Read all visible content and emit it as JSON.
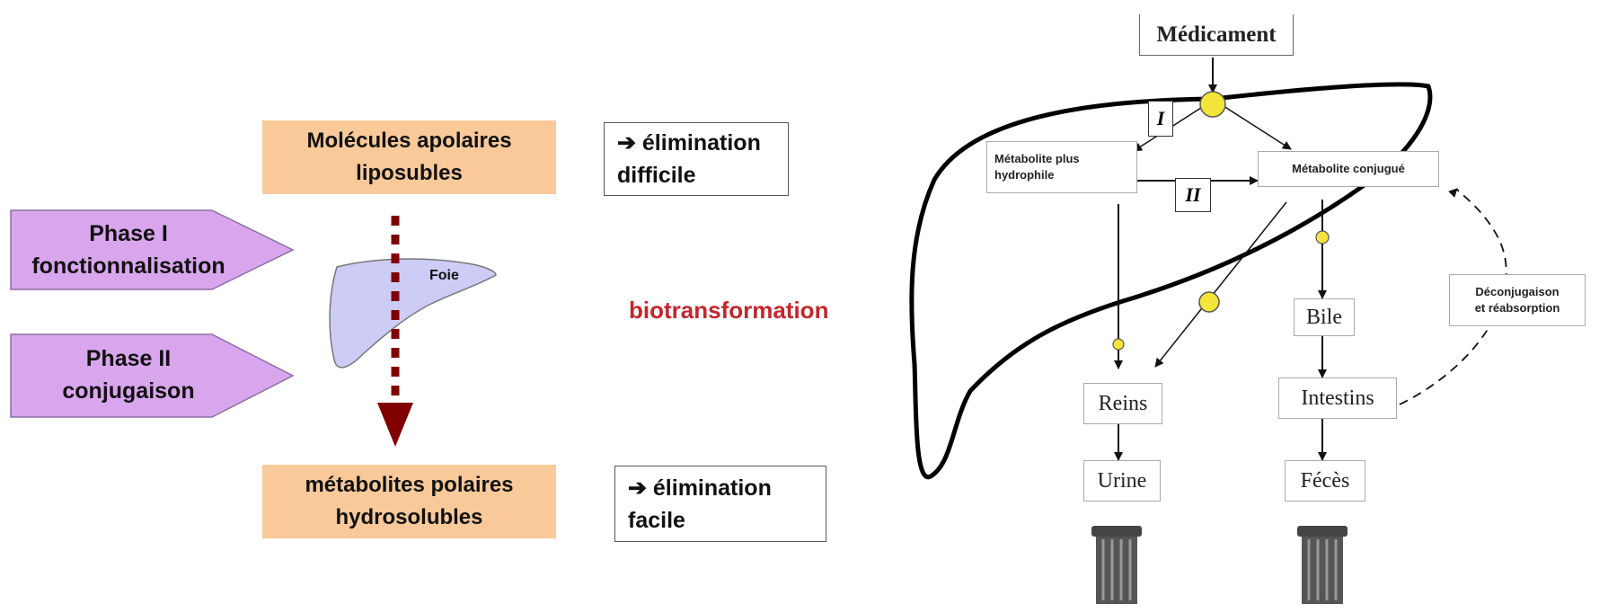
{
  "left": {
    "apolar_box": "Molécules apolaires\nliposubles",
    "polar_box": "métabolites polaires\nhydrosolubles",
    "elim_difficult": "➔ élimination\ndifficile",
    "elim_easy": "➔ élimination\nfacile",
    "phase1": "Phase I\nfonctionnalisation",
    "phase2": "Phase II\nconjugaison",
    "liver_label": "Foie",
    "biotransformation": "biotransformation"
  },
  "right": {
    "medicament": "Médicament",
    "step1": "I",
    "step2": "II",
    "metabolite_hydrophile": "Métabolite plus\nhydrophile",
    "metabolite_conjugue": "Métabolite conjugué",
    "bile": "Bile",
    "intestins": "Intestins",
    "feces": "Fécès",
    "reins": "Reins",
    "urine": "Urine",
    "deconjugaison": "Déconjugaison\net réabsorption"
  },
  "colors": {
    "orange_box": "#fac99a",
    "phase_arrow": "#d9a6ee",
    "liver_fill": "#ccccf6",
    "dark_red": "#800000",
    "biotransformation_text": "#c0272d",
    "node_yellow": "#f5e43a"
  }
}
